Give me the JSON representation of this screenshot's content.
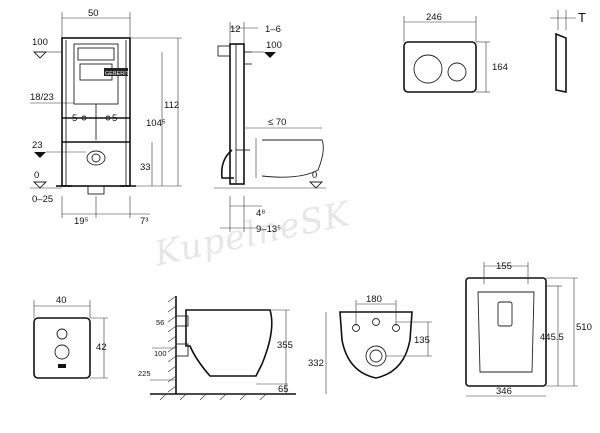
{
  "watermark": "KupelneSK",
  "frame_front": {
    "width": "50",
    "top_level": "100",
    "flush_range": "18/23",
    "offset_left": "5",
    "offset_right": "5",
    "drain_level": "23",
    "floor_level": "0",
    "floor_range": "0–25",
    "height_total": "112",
    "height_mid": "104⁵",
    "height_drain": "33",
    "bottom_left": "19⁵",
    "bottom_right": "7³",
    "logo_text": "GEBERIT"
  },
  "frame_side": {
    "top_a": "12",
    "top_b": "1–6",
    "top_level": "100",
    "projection": "≤ 70",
    "floor_level": "0",
    "bottom_a": "4⁸",
    "bottom_b": "9–13⁵"
  },
  "flush_plate": {
    "width": "246",
    "height": "164",
    "thickness": "T"
  },
  "dims_bottom": {
    "panel_w": "40",
    "panel_h": "42",
    "side_56": "56",
    "side_100": "100",
    "side_225": "225",
    "side_355": "355",
    "side_65": "65",
    "front_180": "180",
    "front_135": "135",
    "front_332": "332",
    "top_155": "155",
    "top_445": "445.5",
    "top_510": "510",
    "top_346": "346"
  }
}
